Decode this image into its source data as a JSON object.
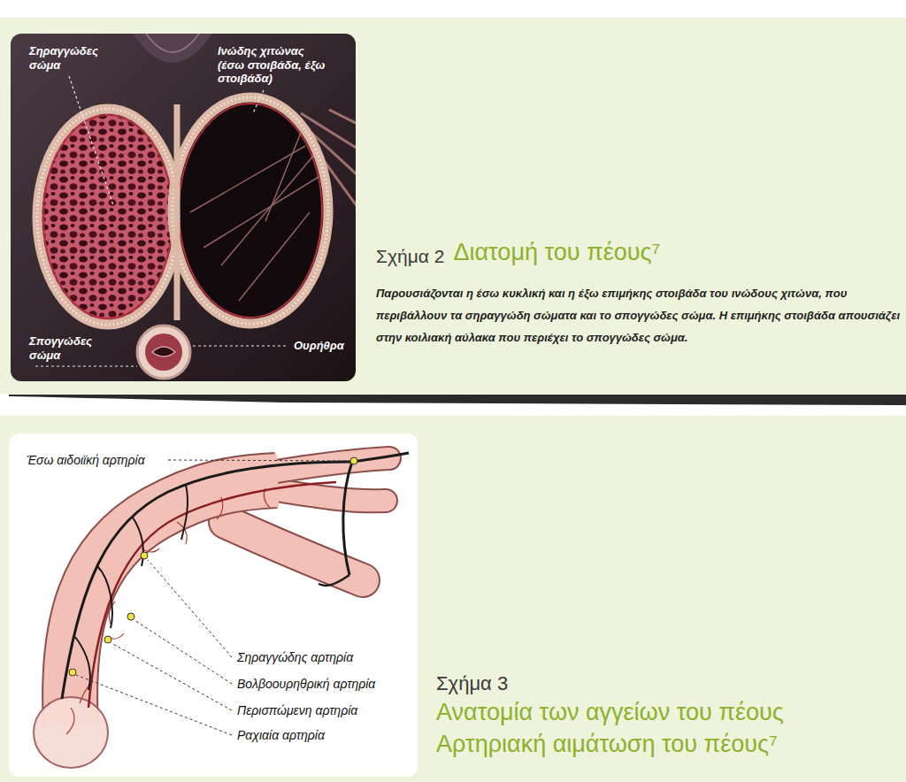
{
  "diagram": {
    "nodes": [
      {
        "text": [
          "Σχήμα 2",
          "Διατομή του πέους⁷",
          "Παρουσιάζονται η έσω κυκλική και η έξω επιμήκης στοιβάδα του ινώδους χιτώνα, που περιβάλλουν τα σηραγγώδη σώματα και το σπογγώδες σώμα. Η επιμήκης στοιβάδα απουσιάζει στην κοιλιακή αύλακα που περιέχει το σπογγώδες σώμα."
        ]
      },
      {
        "text": [
          "Σηραγγώδες σώμα",
          "Ινώδης χιτώνας (έσω στοιβάδα, έξω στοιβάδα)",
          "Σπογγώδες σώμα",
          "Ουρήθρα"
        ],
        "in": 0
      },
      {
        "text": [
          "Σχήμα 3",
          "Ανατομία των αγγείων του πέους",
          "Αρτηριακή αιμάτωση του πέους⁷"
        ]
      },
      {
        "text": [
          "Έσω αιδοιϊκή αρτηρία",
          "Σηραγγώδης αρτηρία",
          "Βολβοουρηθρική αρτηρία",
          "Περισπώμενη αρτηρία",
          "Ραχιαία αρτηρία"
        ],
        "in": 2
      }
    ]
  }
}
